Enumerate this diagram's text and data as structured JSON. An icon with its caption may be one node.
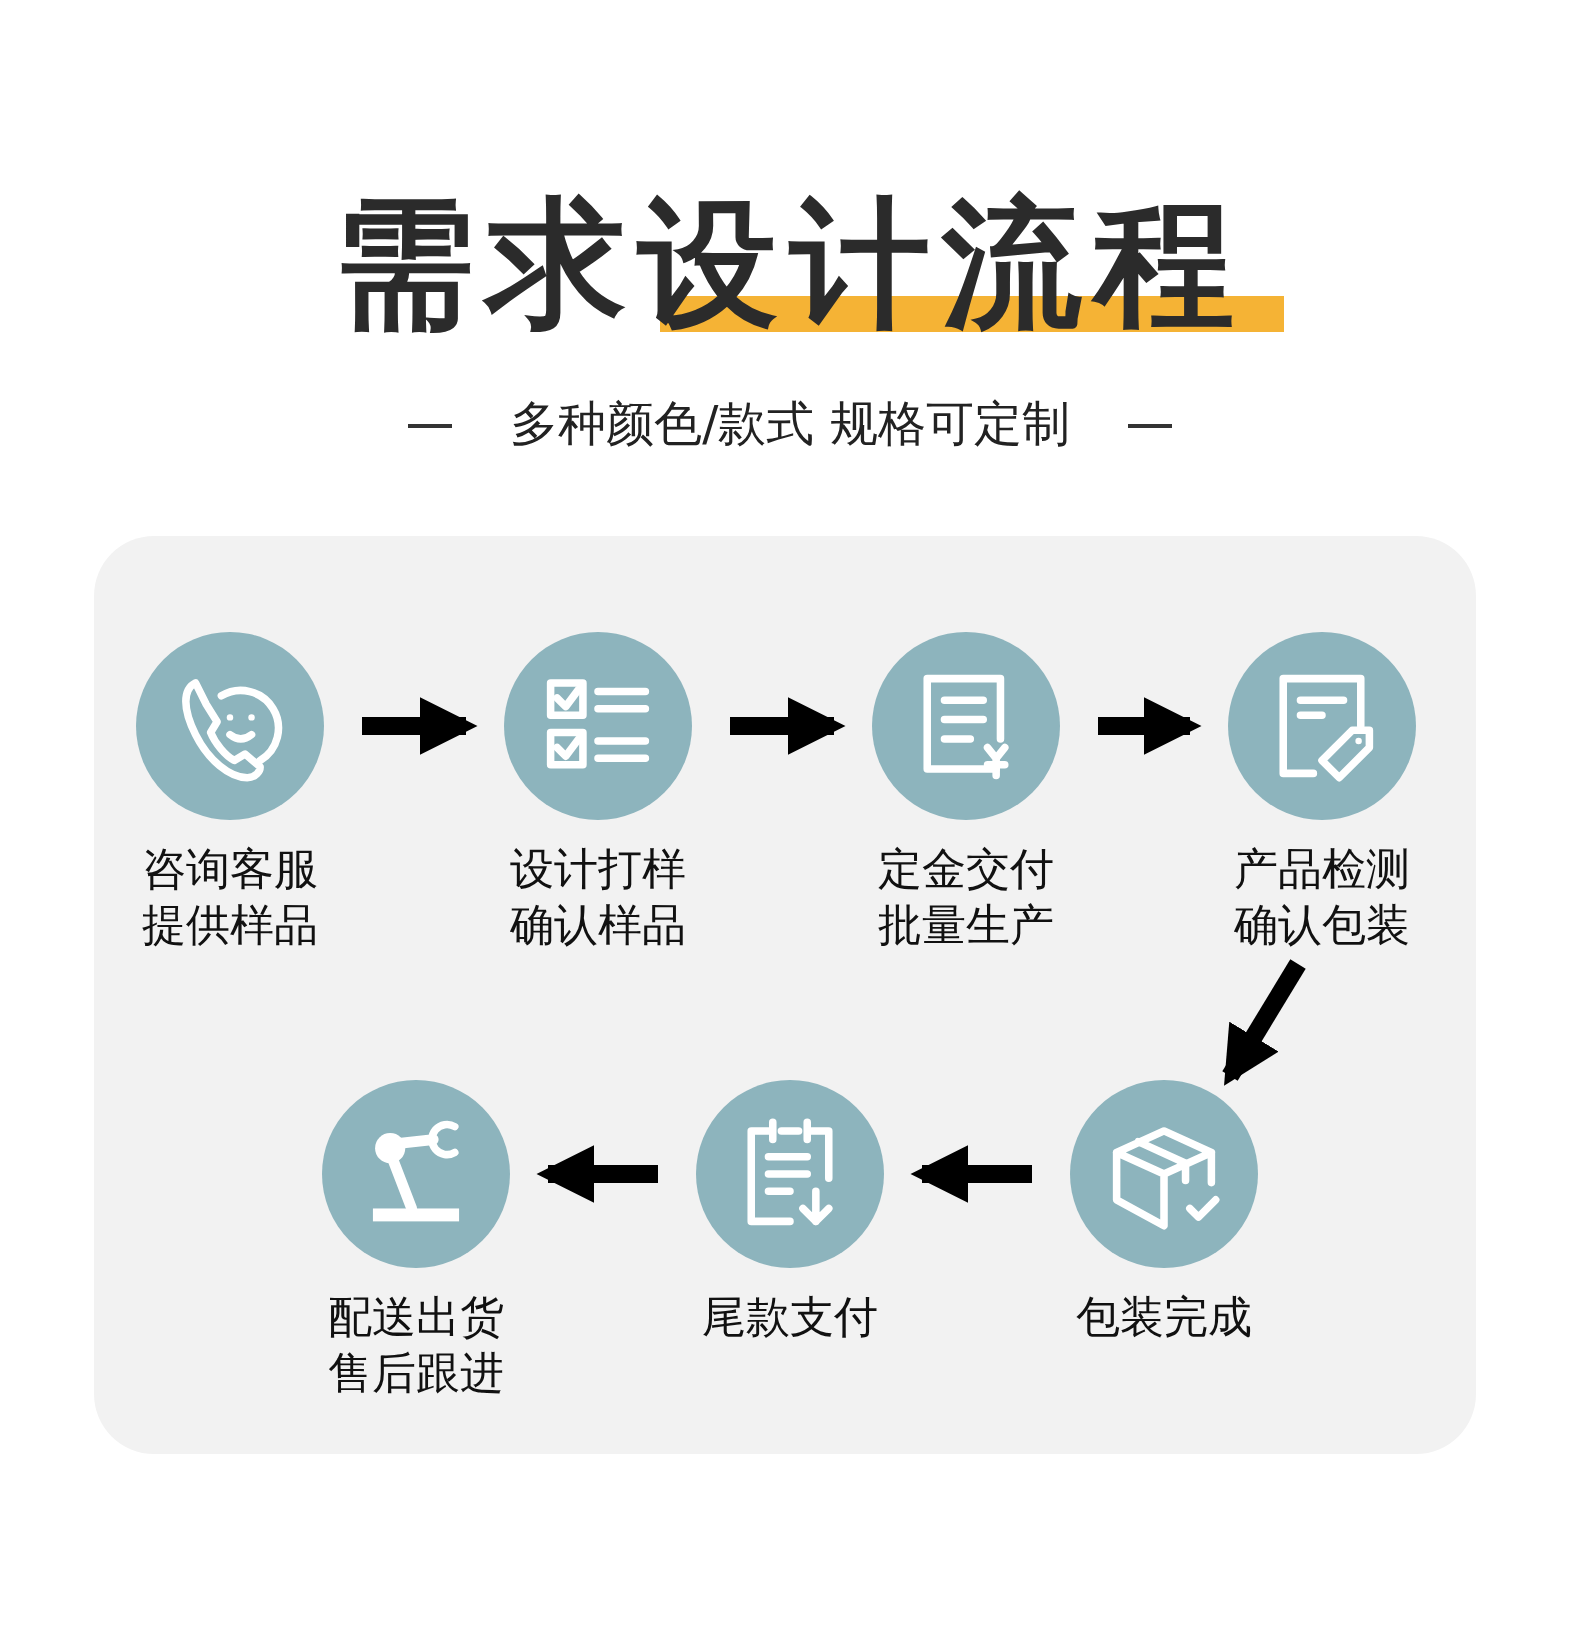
{
  "diagram": {
    "title": "需求设计流程",
    "nodes": [
      {
        "text": [
          "咨询客服提供样品"
        ]
      },
      {
        "text": [
          "设计打样确认样品"
        ]
      },
      {
        "text": [
          "定金交付批量生产"
        ]
      },
      {
        "text": [
          "产品检测确认包装"
        ]
      },
      {
        "text": [
          "包装完成"
        ]
      },
      {
        "text": [
          "尾款支付"
        ]
      },
      {
        "text": [
          "配送出货售后跟进"
        ]
      }
    ],
    "edges": [
      {
        "from": 0,
        "to": 1,
        "arrow": "to"
      },
      {
        "from": 1,
        "to": 2,
        "arrow": "to"
      },
      {
        "from": 2,
        "to": 3,
        "arrow": "to"
      },
      {
        "from": 3,
        "to": 4,
        "arrow": "to"
      },
      {
        "from": 4,
        "to": 5,
        "arrow": "to"
      },
      {
        "from": 5,
        "to": 6,
        "arrow": "to"
      }
    ],
    "labels": [
      "多种颜色/款式 规格可定制"
    ]
  }
}
